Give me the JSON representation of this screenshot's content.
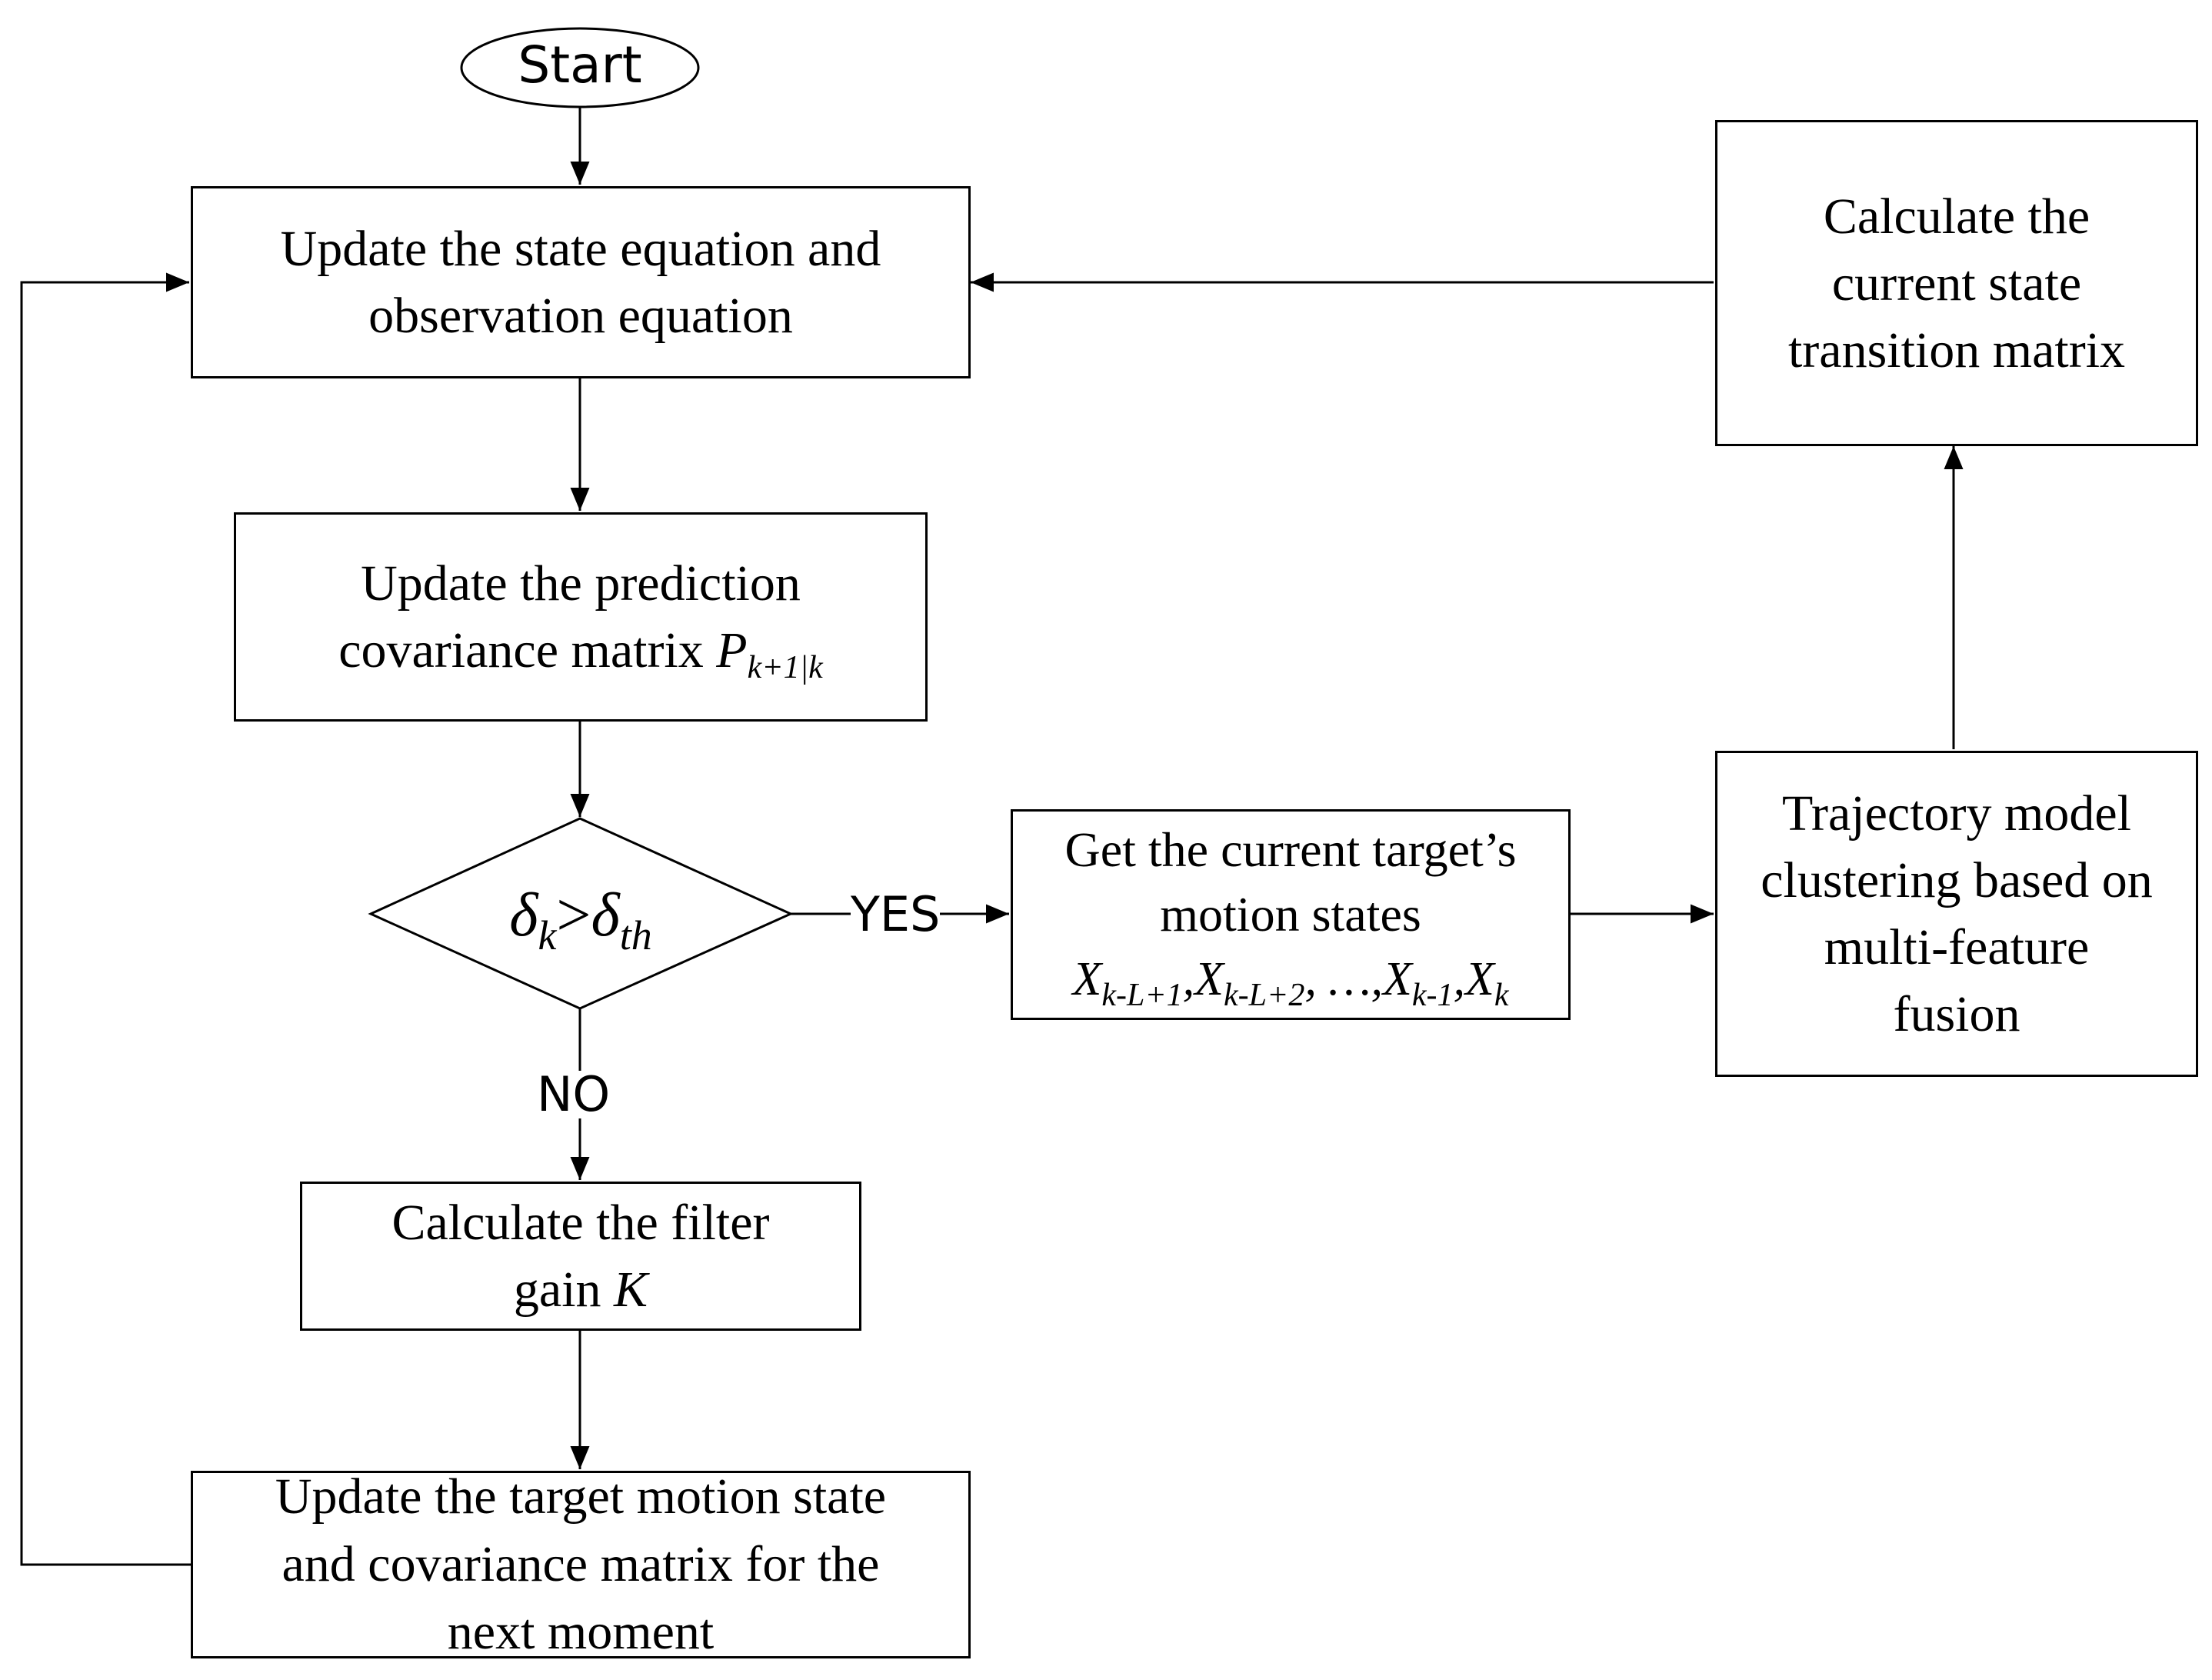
{
  "start": {
    "label": "Start"
  },
  "box1": {
    "line1": "Update the state equation and",
    "line2": "observation equation"
  },
  "box2": {
    "line1": "Update the prediction",
    "line2_text": "covariance matrix ",
    "matrix_symbol": "P",
    "matrix_sub": "k+1|k"
  },
  "decision": {
    "left_symbol": "δ",
    "left_sub": "k",
    "operator": ">",
    "right_symbol": "δ",
    "right_sub": "th"
  },
  "yes_label": "YES",
  "no_label": "NO",
  "box3": {
    "line1": "Calculate the filter",
    "line2_text": "gain ",
    "gain_symbol": "K"
  },
  "box4": {
    "line1": "Update the target motion state",
    "line2": "and covariance matrix for the",
    "line3": "next moment"
  },
  "box5": {
    "line1": "Get the current target’s",
    "line2": "motion states",
    "seq": [
      {
        "sym": "X",
        "sub": "k-L+1",
        "sep": ","
      },
      {
        "sym": "X",
        "sub": "k-L+2",
        "sep": ", …,"
      },
      {
        "sym": "X",
        "sub": "k-1",
        "sep": ","
      },
      {
        "sym": "X",
        "sub": "k",
        "sep": ""
      }
    ]
  },
  "box6": {
    "line1": "Trajectory model",
    "line2": "clustering based on",
    "line3": "multi-feature",
    "line4": "fusion"
  },
  "box7": {
    "line1": "Calculate the",
    "line2": "current state",
    "line3": "transition matrix"
  }
}
